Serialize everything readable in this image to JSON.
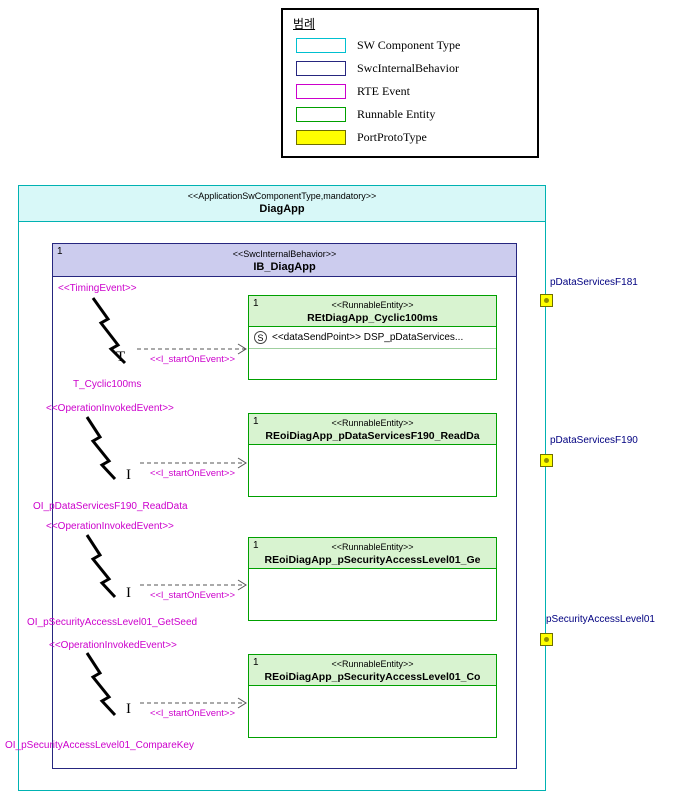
{
  "legend": {
    "title": "범례",
    "items": [
      {
        "label": "SW Component Type"
      },
      {
        "label": "SwcInternalBehavior"
      },
      {
        "label": "RTE Event"
      },
      {
        "label": "Runnable Entity"
      },
      {
        "label": "PortProtoType"
      }
    ]
  },
  "component": {
    "stereotype": "<<ApplicationSwComponentType,mandatory>>",
    "name": "DiagApp"
  },
  "behavior": {
    "multiplicity": "1",
    "stereotype": "<<SwcInternalBehavior>>",
    "name": "IB_DiagApp"
  },
  "events": [
    {
      "stereotype": "<<TimingEvent>>",
      "symbol": "T",
      "name": "T_Cyclic100ms",
      "connector_label": "<<l_startOnEvent>>"
    },
    {
      "stereotype": "<<OperationInvokedEvent>>",
      "symbol": "I",
      "name": "OI_pDataServicesF190_ReadData",
      "connector_label": "<<l_startOnEvent>>"
    },
    {
      "stereotype": "<<OperationInvokedEvent>>",
      "symbol": "I",
      "name": "OI_pSecurityAccessLevel01_GetSeed",
      "connector_label": "<<l_startOnEvent>>"
    },
    {
      "stereotype": "<<OperationInvokedEvent>>",
      "symbol": "I",
      "name": "OI_pSecurityAccessLevel01_CompareKey",
      "connector_label": "<<l_startOnEvent>>"
    }
  ],
  "runnables": [
    {
      "multiplicity": "1",
      "stereotype": "<<RunnableEntity>>",
      "name": "REtDiagApp_Cyclic100ms",
      "send_point": {
        "icon": "S",
        "label": "<<dataSendPoint>> DSP_pDataServices..."
      }
    },
    {
      "multiplicity": "1",
      "stereotype": "<<RunnableEntity>>",
      "name": "REoiDiagApp_pDataServicesF190_ReadDa"
    },
    {
      "multiplicity": "1",
      "stereotype": "<<RunnableEntity>>",
      "name": "REoiDiagApp_pSecurityAccessLevel01_Ge"
    },
    {
      "multiplicity": "1",
      "stereotype": "<<RunnableEntity>>",
      "name": "REoiDiagApp_pSecurityAccessLevel01_Co"
    }
  ],
  "ports": [
    {
      "name": "pDataServicesF181"
    },
    {
      "name": "pDataServicesF190"
    },
    {
      "name": "pSecurityAccessLevel01"
    }
  ],
  "colors": {
    "component_border": "#00b2b2",
    "component_header_fill": "#d8f8f8",
    "behavior_border": "#26267f",
    "behavior_header_fill": "#ccccee",
    "rte_event_text": "#cc00cc",
    "runnable_border": "#00a000",
    "runnable_header_fill": "#d8f3d0",
    "port_fill": "#ffff00",
    "port_label": "#000080"
  }
}
